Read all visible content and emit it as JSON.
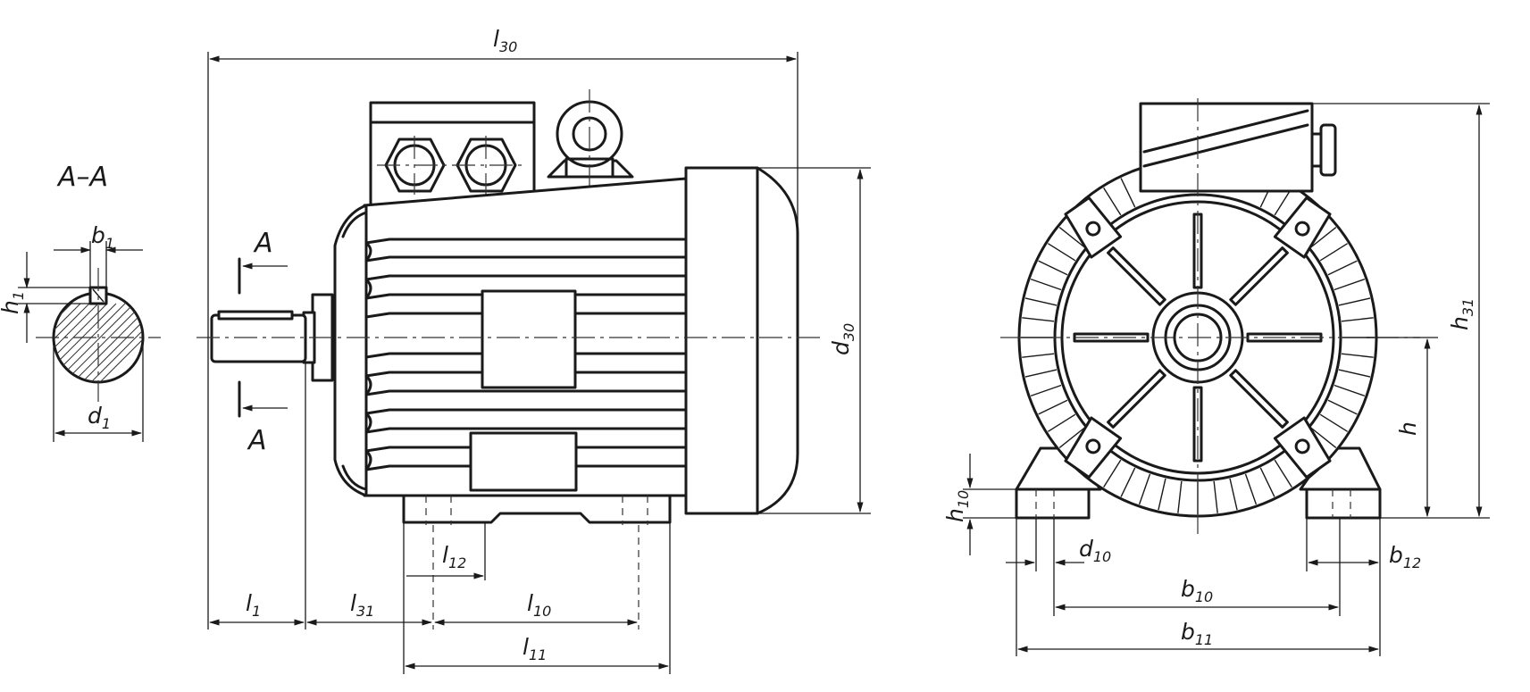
{
  "section": {
    "title": "A–A",
    "marker": "A"
  },
  "dims": {
    "b1": {
      "base": "b",
      "sub": "1"
    },
    "h1": {
      "base": "h",
      "sub": "1"
    },
    "d1": {
      "base": "d",
      "sub": "1"
    },
    "l30": {
      "base": "l",
      "sub": "30"
    },
    "d30": {
      "base": "d",
      "sub": "30"
    },
    "l1": {
      "base": "l",
      "sub": "1"
    },
    "l31": {
      "base": "l",
      "sub": "31"
    },
    "l10": {
      "base": "l",
      "sub": "10"
    },
    "l11": {
      "base": "l",
      "sub": "11"
    },
    "l12": {
      "base": "l",
      "sub": "12"
    },
    "h31": {
      "base": "h",
      "sub": "31"
    },
    "h": {
      "base": "h",
      "sub": ""
    },
    "h10": {
      "base": "h",
      "sub": "10"
    },
    "d10": {
      "base": "d",
      "sub": "10"
    },
    "b12": {
      "base": "b",
      "sub": "12"
    },
    "b10": {
      "base": "b",
      "sub": "10"
    },
    "b11": {
      "base": "b",
      "sub": "11"
    }
  }
}
